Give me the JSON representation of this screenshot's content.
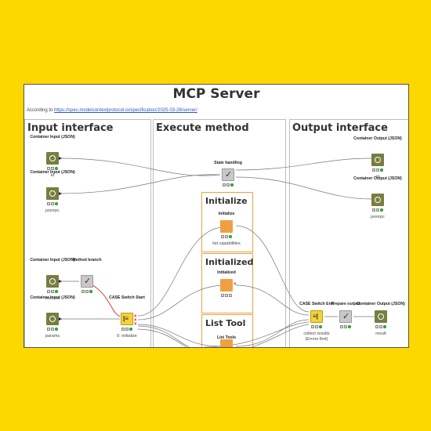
{
  "workflow": {
    "title": "MCP Server",
    "subtitle_prefix": "According to ",
    "subtitle_link": "https://spec.modelcontextprotocol.io/specification/2025-03-26/server/"
  },
  "sections": {
    "input": {
      "title": "Input interface"
    },
    "execute": {
      "title": "Execute method"
    },
    "output": {
      "title": "Output interface"
    }
  },
  "subsections": {
    "initialize": {
      "title": "Initialize"
    },
    "initialized": {
      "title": "Initialized"
    },
    "list_tool": {
      "title": "List Tool"
    }
  },
  "nodes": {
    "container_input_id": {
      "label": "Container Input (JSON)",
      "caption": "id",
      "icon": "container-input-icon"
    },
    "container_input_jsonrpc": {
      "label": "Container Input (JSON)",
      "caption": "jsonrpc",
      "icon": "container-input-icon"
    },
    "container_input_method": {
      "label": "Container Input (JSON)",
      "caption": "method",
      "icon": "container-input-icon"
    },
    "container_input_params": {
      "label": "Container Input (JSON)",
      "caption": "params",
      "icon": "container-input-icon"
    },
    "method_branch": {
      "label": "Method branch",
      "caption": "",
      "icon": "checkmark-icon"
    },
    "case_switch_start": {
      "label": "CASE Switch Start",
      "caption": "0: initialize",
      "icon": "case-switch-icon"
    },
    "state_handling": {
      "label": "State handling",
      "caption": "",
      "icon": "checkmark-icon"
    },
    "initialize_node": {
      "label": "Initialize",
      "caption": "list capabilities",
      "icon": "metanode-icon"
    },
    "initialized_node": {
      "label": "Initialized",
      "caption": "",
      "icon": "metanode-icon"
    },
    "list_tools_node": {
      "label": "List Tools",
      "caption": "",
      "icon": "metanode-icon"
    },
    "case_switch_end": {
      "label": "CASE Switch End",
      "caption_line1": "collect results",
      "caption_line2": "(Errors first)",
      "icon": "case-switch-end-icon"
    },
    "prepare_output": {
      "label": "Prepare output",
      "caption": "",
      "icon": "checkmark-icon"
    },
    "container_output_result": {
      "label": "Container Output (JSON)",
      "caption": "result",
      "icon": "container-output-icon"
    },
    "container_output_id": {
      "label": "Container Output (JSON)",
      "caption": "id",
      "icon": "container-output-icon"
    },
    "container_output_jsonrpc": {
      "label": "Container Output (JSON)",
      "caption": "jsonrpc",
      "icon": "container-output-icon"
    }
  },
  "colors": {
    "background": "#FDD700",
    "container_node": "#787E42",
    "metanode": "#F0A040",
    "case_switch": "#F4D23E",
    "inactive_wire": "#d01818"
  }
}
